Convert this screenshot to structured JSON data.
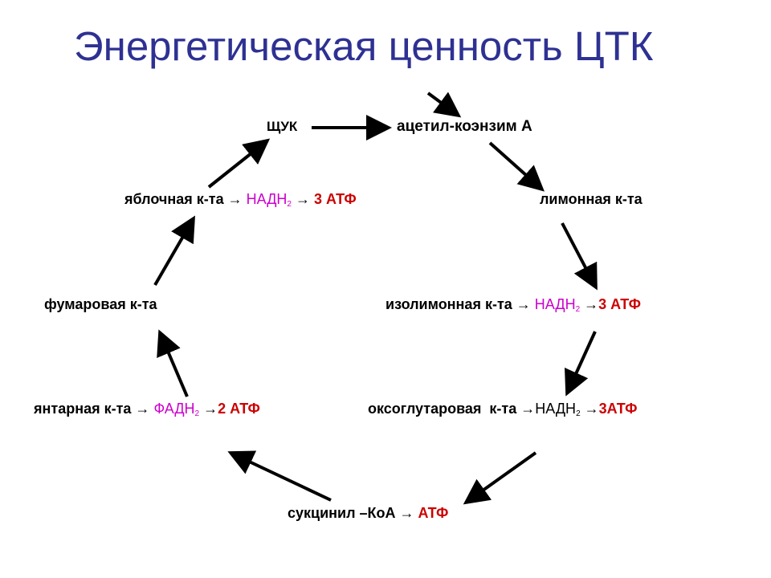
{
  "title": "Энергетическая ценность ЦТК",
  "colors": {
    "title": "#2e3192",
    "text": "#000000",
    "carrier": "#cc00cc",
    "atp": "#cc0000",
    "arrow": "#000000"
  },
  "nodes": {
    "oxaloacetate": {
      "name": "ЩУК"
    },
    "acetyl_coa": {
      "name": "ацетил-коэнзим А"
    },
    "citrate": {
      "name": "лимонная к-та"
    },
    "isocitrate": {
      "name": "изолимонная к-та",
      "arrow1": " → ",
      "carrier": "НАДН",
      "carrier_sub": "2",
      "arrow2": " →",
      "atp": "3 АТФ"
    },
    "oxoglutarate": {
      "name": "оксоглутаровая  к-та",
      "arrow1": " →",
      "carrier": "НАДН",
      "carrier_sub": "2",
      "arrow2": " →",
      "atp": "3АТФ"
    },
    "succinyl_coa": {
      "name": "сукцинил –КоА",
      "arrow1": " → ",
      "atp": "АТФ"
    },
    "succinate": {
      "name": "янтарная к-та",
      "arrow1": " → ",
      "carrier": "ФАДН",
      "carrier_sub": "2",
      "arrow2": " →",
      "atp": "2 АТФ"
    },
    "fumarate": {
      "name": "фумаровая к-та"
    },
    "malate": {
      "name": "яблочная к-та",
      "arrow1": " → ",
      "carrier": "НАДН",
      "carrier_sub": "2",
      "arrow2": " → ",
      "atp": "3 АТФ"
    }
  }
}
